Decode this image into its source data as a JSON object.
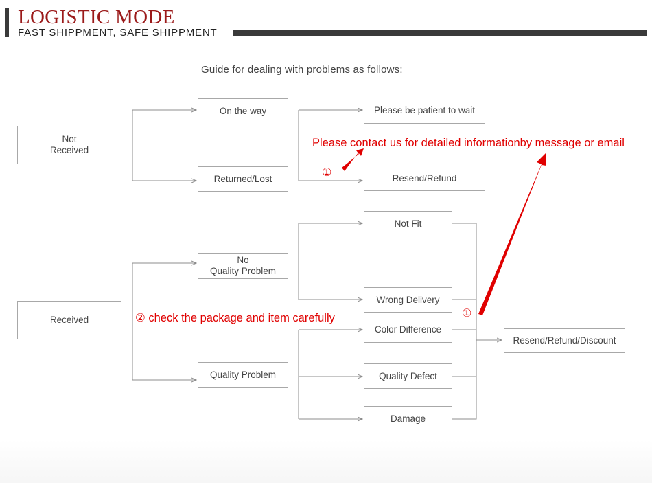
{
  "colors": {
    "brand_red": "#9b1a1a",
    "annotation_red": "#e00000",
    "header_rule": "#3a3a3a",
    "box_border": "#a8a8a8",
    "connector": "#8c8c8c"
  },
  "header": {
    "title": "LOGISTIC MODE",
    "subtitle": "FAST SHIPPMENT, SAFE SHIPPMENT"
  },
  "guide_text": "Guide for dealing with problems as follows:",
  "boxes": {
    "not_received": "Not\nReceived",
    "on_the_way": "On the way",
    "returned_lost": "Returned/Lost",
    "please_wait": "Please be patient to wait",
    "resend_refund": "Resend/Refund",
    "received": "Received",
    "no_quality_problem": "No\nQuality Problem",
    "quality_problem": "Quality Problem",
    "not_fit": "Not Fit",
    "wrong_delivery": "Wrong Delivery",
    "color_difference": "Color Difference",
    "quality_defect": "Quality Defect",
    "damage": "Damage",
    "resend_refund_discount": "Resend/Refund/Discount"
  },
  "annotations": {
    "contact": "Please contact us for detailed informationby message or email",
    "check": "② check the package and item carefully",
    "marker_1": "①"
  }
}
